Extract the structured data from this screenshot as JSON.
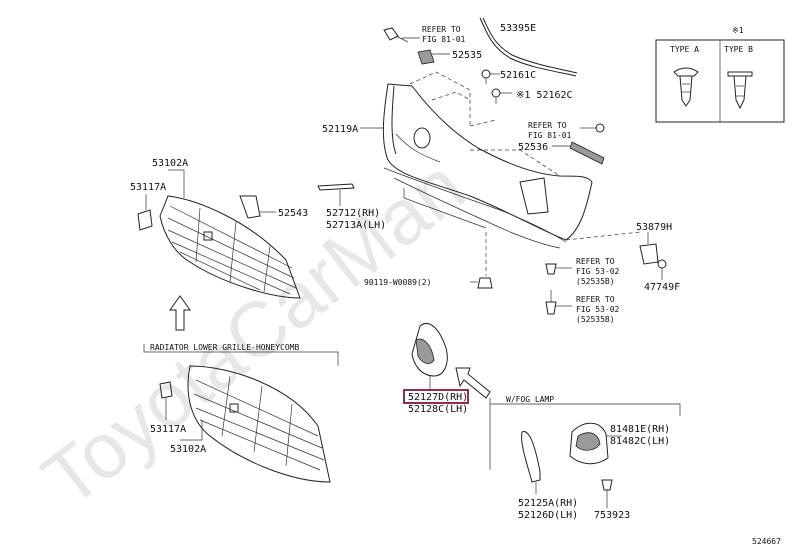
{
  "watermark": "ToyotaCarMan",
  "diagram_id": "524667",
  "legend": {
    "title": "※1",
    "type_a": "TYPE A",
    "type_b": "TYPE B"
  },
  "labels": {
    "refer_81_top": [
      "REFER TO",
      "FIG 81-01"
    ],
    "refer_81_mid": [
      "REFER TO",
      "FIG 81-01"
    ],
    "refer_53_a": [
      "REFER TO",
      "FIG 53-02",
      "(52535B)"
    ],
    "refer_53_b": [
      "REFER TO",
      "FIG 53-02",
      "(52535B)"
    ],
    "p53395e": "53395E",
    "p52535": "52535",
    "p52161c": "52161C",
    "p52162c": "※1 52162C",
    "p52119a": "52119A",
    "p52536": "52536",
    "p53102a_top": "53102A",
    "p53117a_top": "53117A",
    "p52543": "52543",
    "p52712": "52712(RH)",
    "p52713a": "52713A(LH)",
    "p90119": "90119-W0089(2)",
    "p53879h": "53879H",
    "p47749f": "47749F",
    "radiator_caption": "RADIATOR LOWER GRILLE-HONEYCOMB",
    "p53117a_bot": "53117A",
    "p53102a_bot": "53102A",
    "p52127d": "52127D(RH)",
    "p52128c": "52128C(LH)",
    "wfog_caption": "W/FOG LAMP",
    "p81481e": "81481E(RH)",
    "p81482c": "81482C(LH)",
    "p52125a": "52125A(RH)",
    "p52126d": "52126D(LH)",
    "p753923": "753923"
  },
  "colors": {
    "highlight": "#8a1538",
    "ink": "#111111",
    "watermark": "#d4d4d4"
  }
}
